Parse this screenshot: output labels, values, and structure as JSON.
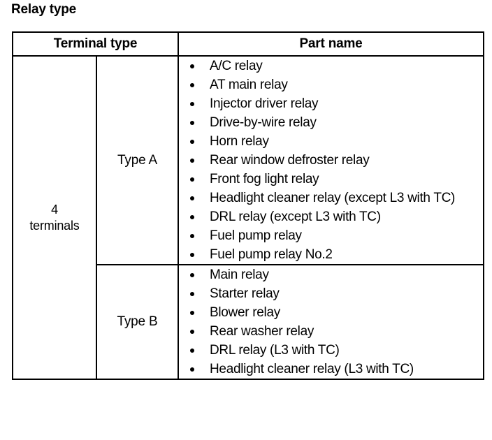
{
  "document": {
    "title": "Relay type"
  },
  "table": {
    "headers": {
      "terminal_type": "Terminal type",
      "part_name": "Part name"
    },
    "terminal_group": {
      "label_line1": "4",
      "label_line2": "terminals"
    },
    "rows": [
      {
        "type_label": "Type A",
        "parts": [
          "A/C relay",
          "AT main relay",
          "Injector driver relay",
          "Drive-by-wire relay",
          "Horn relay",
          "Rear window defroster relay",
          "Front fog light relay",
          "Headlight cleaner relay (except L3 with TC)",
          "DRL relay (except L3 with TC)",
          "Fuel pump relay",
          "Fuel pump relay No.2"
        ]
      },
      {
        "type_label": "Type B",
        "parts": [
          "Main relay",
          "Starter relay",
          "Blower relay",
          "Rear washer relay",
          "DRL relay (L3 with TC)",
          "Headlight cleaner relay (L3 with TC)"
        ]
      }
    ]
  },
  "colors": {
    "text": "#000000",
    "background": "#ffffff",
    "border": "#000000"
  }
}
